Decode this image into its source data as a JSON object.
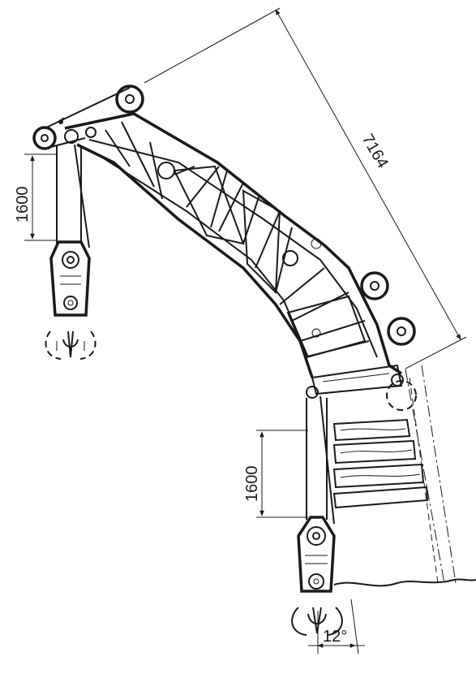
{
  "dimensions": {
    "boom_length": "7164",
    "upper_hook_drop": "1600",
    "lower_hook_drop": "1600",
    "tilt_angle": "12°"
  },
  "colors": {
    "line": "#1a1a1a",
    "background": "#ffffff"
  }
}
